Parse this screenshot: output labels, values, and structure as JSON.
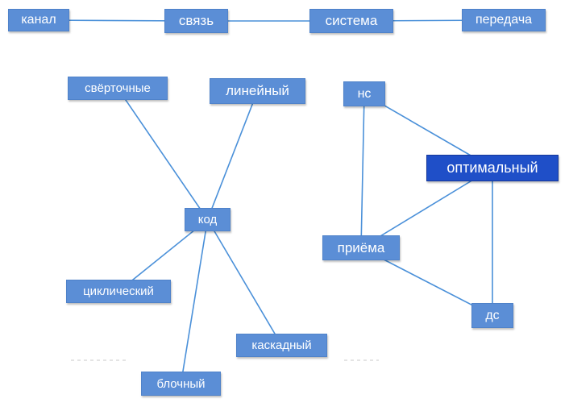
{
  "colors": {
    "node_fill": "#5b8ed6",
    "node_highlight_fill": "#1f4fc8",
    "link": "#4a90d9",
    "node_text": "#ffffff"
  },
  "nodes": {
    "kanal": "канал",
    "svyaz": "связь",
    "sistema": "система",
    "peredacha": "передача",
    "svyortochnye": "свёрточные",
    "lineynyy": "линейный",
    "kod": "код",
    "tsiklicheskiy": "циклический",
    "blochnyy": "блочный",
    "kaskadnyy": "каскадный",
    "ns": "нс",
    "optimalnyy": "оптимальный",
    "priyoma": "приёма",
    "ds": "дс"
  },
  "links": [
    [
      "kanal",
      "svyaz"
    ],
    [
      "svyaz",
      "sistema"
    ],
    [
      "sistema",
      "peredacha"
    ],
    [
      "svyortochnye",
      "kod"
    ],
    [
      "lineynyy",
      "kod"
    ],
    [
      "kod",
      "tsiklicheskiy"
    ],
    [
      "kod",
      "blochnyy"
    ],
    [
      "kod",
      "kaskadnyy"
    ],
    [
      "ns",
      "optimalnyy"
    ],
    [
      "ns",
      "priyoma"
    ],
    [
      "optimalnyy",
      "priyoma"
    ],
    [
      "optimalnyy",
      "ds"
    ],
    [
      "priyoma",
      "ds"
    ]
  ]
}
